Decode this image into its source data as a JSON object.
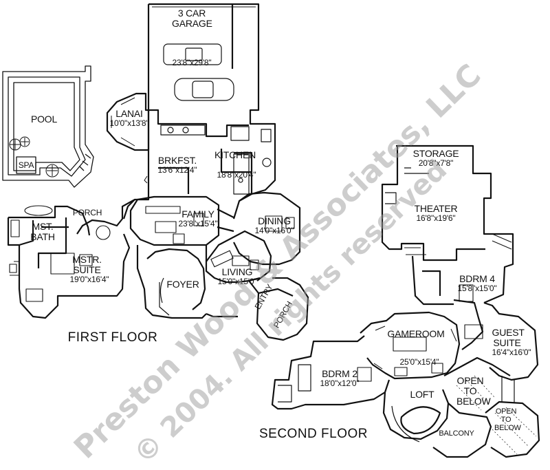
{
  "floors": {
    "first": "FIRST FLOOR",
    "second": "SECOND FLOOR"
  },
  "rooms": {
    "garage": {
      "name": "3 CAR GARAGE",
      "dim": "23'8\"x29'8\""
    },
    "lanai": {
      "name": "LANAI",
      "dim": "10'0\"x13'8\""
    },
    "pool": {
      "name": "POOL"
    },
    "spa": {
      "name": "SPA"
    },
    "brkfst": {
      "name": "BRKFST.",
      "dim": "13'6\"x12'4\""
    },
    "kitchen": {
      "name": "KITCHEN",
      "dim": "18'8\"x20'4\""
    },
    "porch_w": {
      "name": "PORCH"
    },
    "mst_bath": {
      "name": "MST. BATH"
    },
    "mstr_suite": {
      "name": "MSTR. SUITE",
      "dim": "19'0\"x16'4\""
    },
    "family": {
      "name": "FAMILY",
      "dim": "23'8\"x15'4\""
    },
    "dining": {
      "name": "DINING",
      "dim": "14'0\"x16'0\""
    },
    "living": {
      "name": "LIVING",
      "dim": "15'0\"x15'0\""
    },
    "foyer": {
      "name": "FOYER"
    },
    "entry": {
      "name": "ENTRY"
    },
    "porch_e": {
      "name": "PORCH"
    },
    "storage": {
      "name": "STORAGE",
      "dim": "20'8\"x7'8\""
    },
    "theater": {
      "name": "THEATER",
      "dim": "16'8\"x19'6\""
    },
    "bdrm4": {
      "name": "BDRM 4",
      "dim": "15'8\"x15'0\""
    },
    "gameroom": {
      "name": "GAMEROOM",
      "dim": "25'0\"x15'4\""
    },
    "guest": {
      "name": "GUEST SUITE",
      "dim": "16'4\"x16'0\""
    },
    "bdrm2": {
      "name": "BDRM 2",
      "dim": "18'0\"x12'0\""
    },
    "loft": {
      "name": "LOFT"
    },
    "open1": {
      "name": "OPEN TO BELOW"
    },
    "open2": {
      "name": "OPEN TO BELOW"
    },
    "balcony": {
      "name": "BALCONY"
    }
  },
  "watermark": {
    "line1": "Preston Wood & Associates, LLC",
    "line2": "© 2004.  All rights reserved"
  }
}
